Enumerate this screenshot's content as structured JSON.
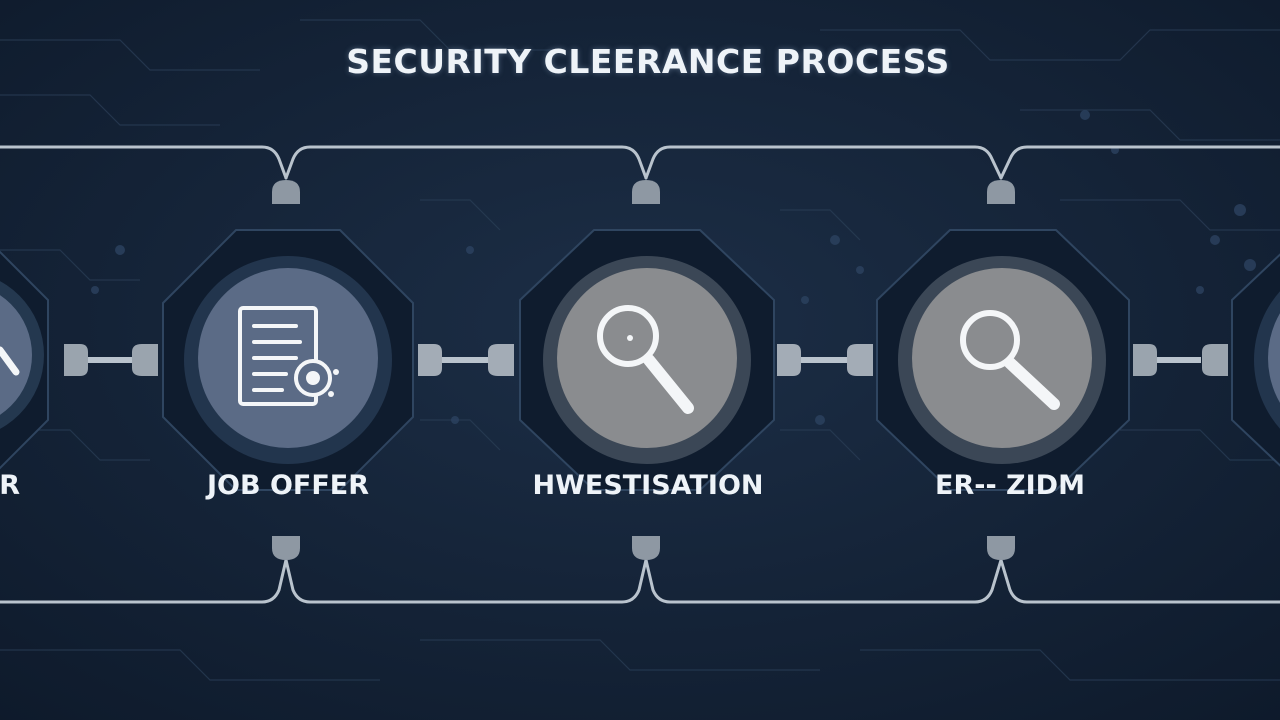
{
  "title": "SECURITY CLEERANCE PROCESS",
  "stages": [
    {
      "label": "R",
      "icon": "magnifier-icon"
    },
    {
      "label": "JOB OFFER",
      "icon": "document-icon"
    },
    {
      "label": "HWESTISATION",
      "icon": "magnifier-icon"
    },
    {
      "label": "ER-- ZIDM",
      "icon": "magnifier-icon"
    },
    {
      "label": "",
      "icon": "stage-icon"
    }
  ],
  "colors": {
    "background": "#15243a",
    "circuit_line": "#b9c3cd",
    "node_ring": "#0f1c2e",
    "node_fill_blue": "#5b6b86",
    "node_fill_gray": "#8a8c8f",
    "icon": "#f4f6f8",
    "text": "#eef3f8"
  }
}
